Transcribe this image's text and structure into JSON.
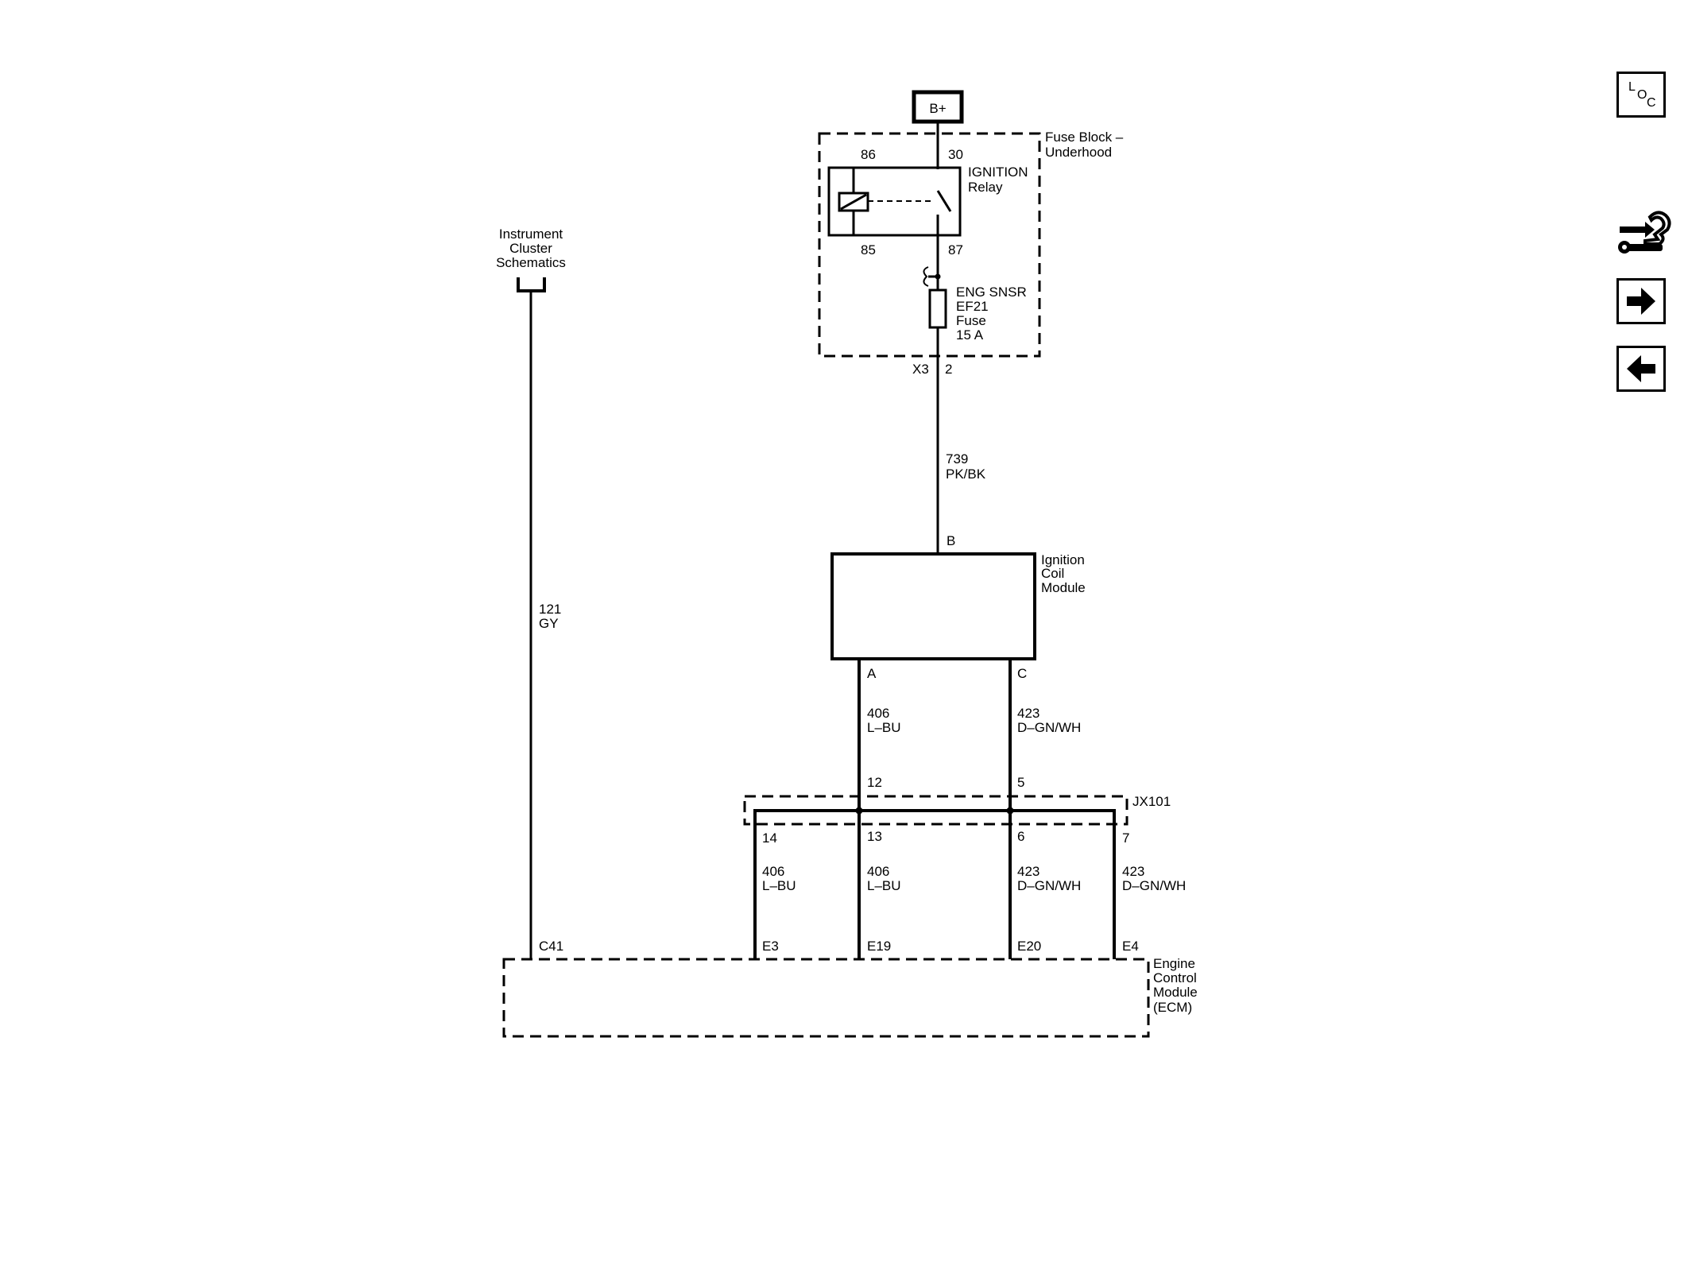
{
  "power": {
    "label": "B+"
  },
  "fuse_block": {
    "label": [
      "Fuse Block –",
      "Underhood"
    ],
    "connector": "X3",
    "pin": "2"
  },
  "relay": {
    "label": [
      "IGNITION",
      "Relay"
    ],
    "pins": {
      "p86": "86",
      "p30": "30",
      "p85": "85",
      "p87": "87"
    }
  },
  "fuse": {
    "label": [
      "ENG SNSR",
      "EF21",
      "Fuse",
      "15 A"
    ]
  },
  "instrument_cluster": {
    "label": [
      "Instrument",
      "Cluster",
      "Schematics"
    ]
  },
  "wires": {
    "w739": {
      "circuit": "739",
      "color": "PK/BK"
    },
    "w121": {
      "circuit": "121",
      "color": "GY"
    },
    "w406a": {
      "circuit": "406",
      "color": "L–BU"
    },
    "w423a": {
      "circuit": "423",
      "color": "D–GN/WH"
    },
    "w406b": {
      "circuit": "406",
      "color": "L–BU"
    },
    "w406c": {
      "circuit": "406",
      "color": "L–BU"
    },
    "w423b": {
      "circuit": "423",
      "color": "D–GN/WH"
    },
    "w423c": {
      "circuit": "423",
      "color": "D–GN/WH"
    }
  },
  "coil_module": {
    "label": [
      "Ignition",
      "Coil",
      "Module"
    ],
    "pins": {
      "a": "A",
      "b": "B",
      "c": "C"
    }
  },
  "splice": {
    "label": "JX101",
    "pins": {
      "p12": "12",
      "p5": "5",
      "p14": "14",
      "p13": "13",
      "p6": "6",
      "p7": "7"
    }
  },
  "ecm": {
    "label": [
      "Engine",
      "Control",
      "Module",
      "(ECM)"
    ],
    "pins": {
      "c41": "C41",
      "e3": "E3",
      "e19": "E19",
      "e20": "E20",
      "e4": "E4"
    }
  },
  "nav": {
    "loc": {
      "l": "L",
      "o": "O",
      "c": "C"
    }
  },
  "icons": {
    "loc": "loc-icon",
    "wrench": "wrench-icon",
    "next": "arrow-right-icon",
    "prev": "arrow-left-icon"
  }
}
